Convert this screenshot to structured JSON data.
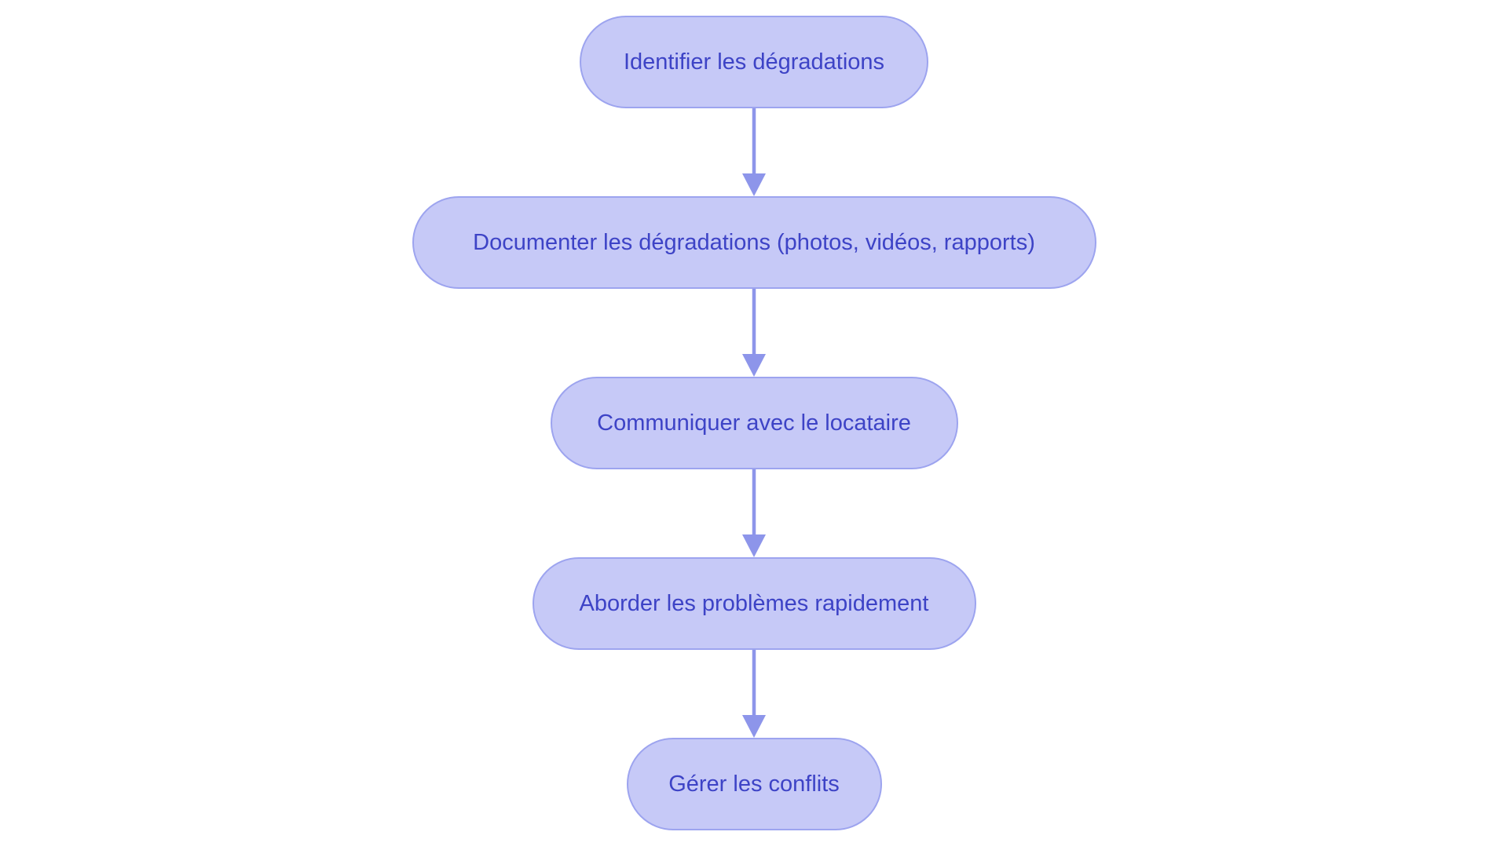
{
  "diagram": {
    "type": "flowchart",
    "direction": "top-down",
    "background": "#ffffff",
    "colors": {
      "node_fill": "#c6c9f7",
      "node_border": "#9da4ef",
      "node_text": "#3d43c6",
      "arrow": "#8d95ea"
    },
    "nodes": [
      {
        "id": "step-1",
        "label": "Identifier les dégradations"
      },
      {
        "id": "step-2",
        "label": "Documenter les dégradations (photos, vidéos, rapports)"
      },
      {
        "id": "step-3",
        "label": "Communiquer avec le locataire"
      },
      {
        "id": "step-4",
        "label": "Aborder les problèmes rapidement"
      },
      {
        "id": "step-5",
        "label": "Gérer les conflits"
      }
    ],
    "edges": [
      {
        "from": "step-1",
        "to": "step-2"
      },
      {
        "from": "step-2",
        "to": "step-3"
      },
      {
        "from": "step-3",
        "to": "step-4"
      },
      {
        "from": "step-4",
        "to": "step-5"
      }
    ]
  }
}
